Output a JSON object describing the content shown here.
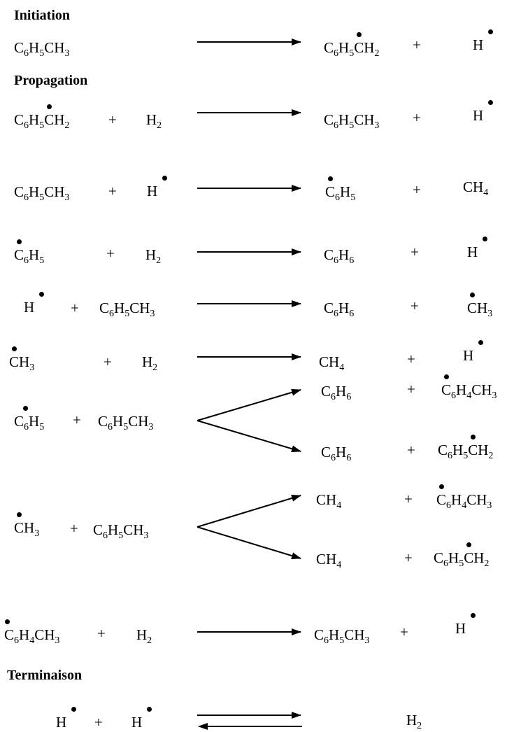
{
  "headings": {
    "initiation": "Initiation",
    "propagation": "Propagation",
    "termination": "Terminaison"
  },
  "species": {
    "C": "C",
    "H": "H",
    "CH": "CH",
    "n2": "2",
    "n3": "3",
    "n4": "4",
    "n5": "5",
    "n6": "6"
  },
  "plus": "+"
}
